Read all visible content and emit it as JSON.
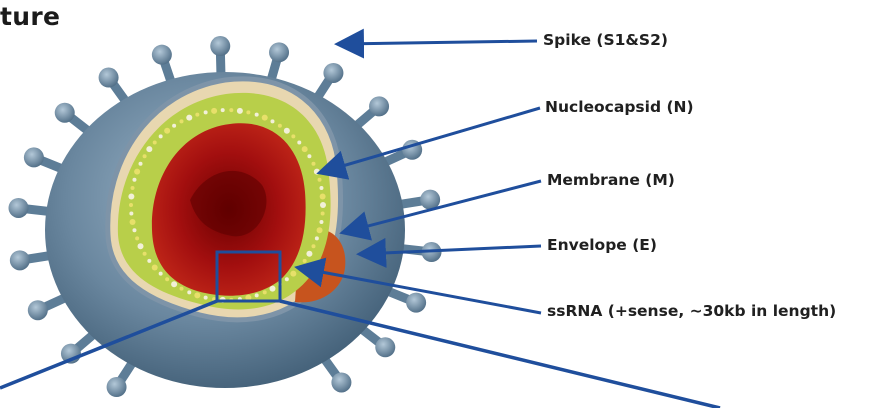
{
  "heading": "ture",
  "labels": {
    "spike": "Spike (S1&S2)",
    "nucleocapsid": "Nucleocapsid (N)",
    "membrane": "Membrane (M)",
    "envelope": "Envelope (E)",
    "ssrna": "ssRNA (+sense, ~30kb in length)"
  },
  "colors": {
    "arrow": "#1f4e9c",
    "virus_body": "#5f7f9a",
    "spike": "#6a8ba6",
    "interior_red": "#9e0c0c",
    "nucleocapsid_ring": "#9cc23f",
    "envelope_shell": "#d9a05a"
  }
}
